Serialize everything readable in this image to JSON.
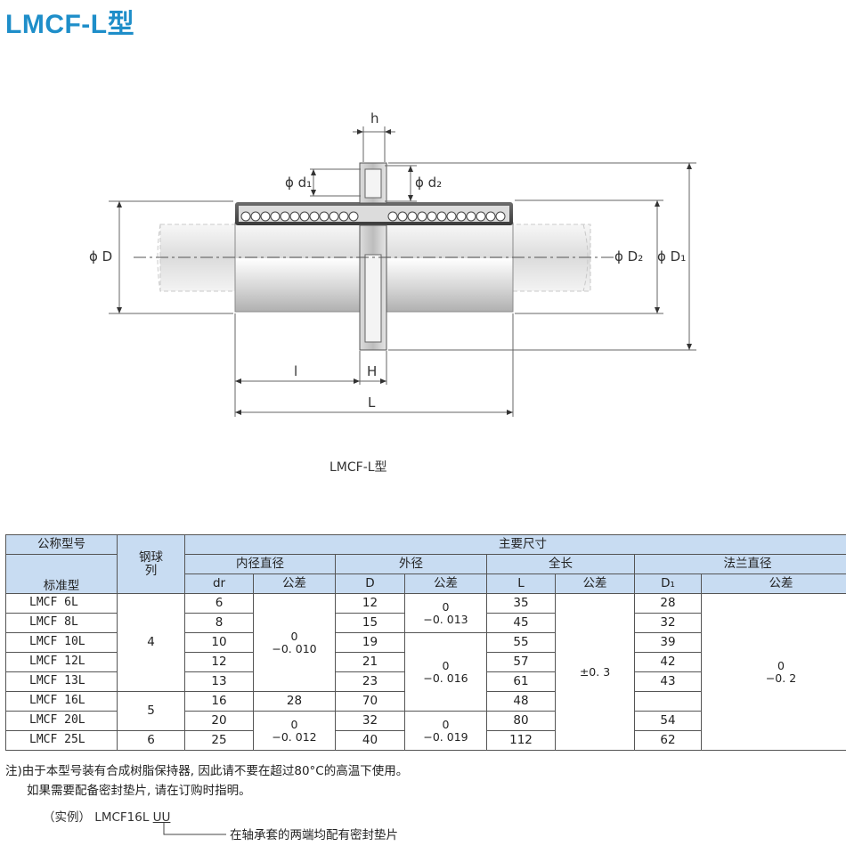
{
  "page": {
    "title": "LMCF-L型"
  },
  "figure": {
    "caption": "LMCF-L型",
    "dim_labels": {
      "h": "h",
      "phi_d1": "ϕ d₁",
      "phi_d2": "ϕ d₂",
      "phi_D": "ϕ D",
      "phi_D2": "ϕ D₂",
      "phi_D1": "ϕ D₁",
      "l": "l",
      "H": "H",
      "L": "L"
    }
  },
  "table": {
    "headers": {
      "nominal": "公称型号",
      "standard": "标准型",
      "balls_1": "钢球",
      "balls_2": "列",
      "main_dims": "主要尺寸",
      "inner_dia": "内径直径",
      "outer_dia": "外径",
      "length": "全长",
      "flange_dia": "法兰直径",
      "dr": "dr",
      "tol": "公差",
      "D": "D",
      "L": "L",
      "D1": "D₁"
    },
    "rows": [
      {
        "model": "LMCF  6L",
        "dr": "6",
        "D": "12",
        "L": "35",
        "D1": "28"
      },
      {
        "model": "LMCF  8L",
        "dr": "8",
        "D": "15",
        "L": "45",
        "D1": "32"
      },
      {
        "model": "LMCF  10L",
        "dr": "10",
        "D": "19",
        "L": "55",
        "D1": "39"
      },
      {
        "model": "LMCF  12L",
        "dr": "12",
        "D": "21",
        "L": "57",
        "D1": "42"
      },
      {
        "model": "LMCF  13L",
        "dr": "13",
        "D": "23",
        "L": "61",
        "D1": "43"
      },
      {
        "model": "LMCF  16L",
        "dr": "16",
        "D": "28",
        "L": "70",
        "D1": "48"
      },
      {
        "model": "LMCF  20L",
        "dr": "20",
        "D": "32",
        "L": "80",
        "D1": "54"
      },
      {
        "model": "LMCF  25L",
        "dr": "25",
        "D": "40",
        "L": "112",
        "D1": "62"
      }
    ],
    "balls": {
      "g1": "4",
      "g2": "5",
      "g3": "6"
    },
    "dr_tol": {
      "a_up": "0",
      "a_low": "−0. 010",
      "b_up": "0",
      "b_low": "−0. 012"
    },
    "D_tol": {
      "a_up": "0",
      "a_low": "−0. 013",
      "b_up": "0",
      "b_low": "−0. 016",
      "c_up": "0",
      "c_low": "−0. 019"
    },
    "L_tol": "±0. 3",
    "D1_tol": {
      "up": "0",
      "low": "−0. 2"
    }
  },
  "notes": {
    "line1": "注)由于本型号装有合成树脂保持器, 因此请不要在超过80°C的高温下使用。",
    "line2": "如果需要配备密封垫片, 请在订购时指明。",
    "example_prefix": "（实例）",
    "example_model": "LMCF16L",
    "example_suffix": "UU",
    "example_desc": "在轴承套的两端均配有密封垫片"
  },
  "colors": {
    "title": "#1e8ec9",
    "header_bg": "#c8dcf2"
  }
}
